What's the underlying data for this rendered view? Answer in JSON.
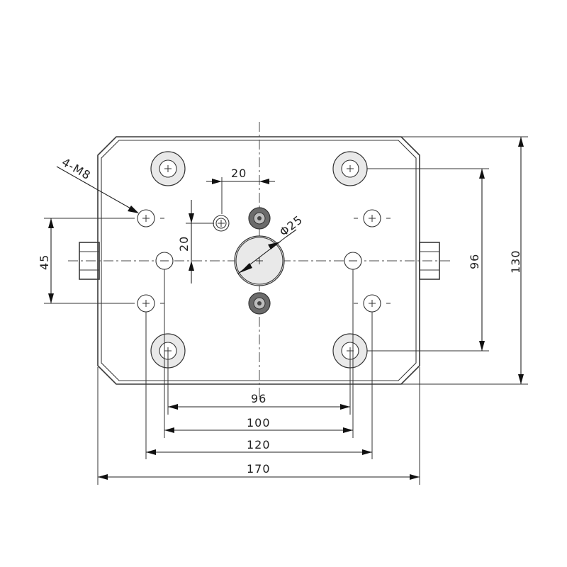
{
  "dimensions": {
    "callout_holes": "4-M8",
    "small_offset_x": "20",
    "small_offset_y": "20",
    "center_diameter": "Φ25",
    "left_vertical": "45",
    "right_inner": "96",
    "right_outer": "130",
    "bottom_96": "96",
    "bottom_100": "100",
    "bottom_120": "120",
    "bottom_170": "170"
  }
}
